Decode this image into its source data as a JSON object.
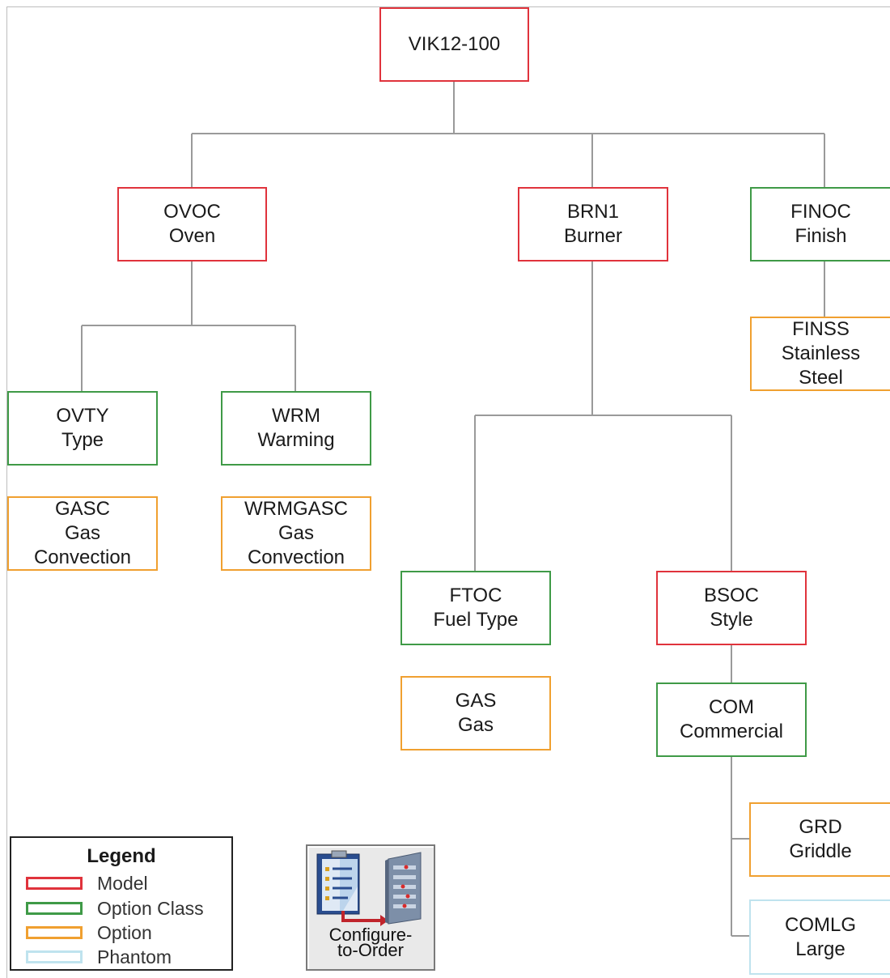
{
  "diagram": {
    "nodes": {
      "vik": {
        "code": "VIK12-100",
        "desc": ""
      },
      "ovoc": {
        "code": "OVOC",
        "desc": "Oven"
      },
      "brn1": {
        "code": "BRN1",
        "desc": "Burner"
      },
      "finoc": {
        "code": "FINOC",
        "desc": "Finish"
      },
      "finss": {
        "code": "FINSS",
        "desc": "Stainless",
        "desc2": "Steel"
      },
      "ovty": {
        "code": "OVTY",
        "desc": "Type"
      },
      "wrm": {
        "code": "WRM",
        "desc": "Warming"
      },
      "gasc": {
        "code": "GASC",
        "desc": "Gas",
        "desc2": "Convection"
      },
      "wrmgasc": {
        "code": "WRMGASC",
        "desc": "Gas",
        "desc2": "Convection"
      },
      "ftoc": {
        "code": "FTOC",
        "desc": "Fuel Type"
      },
      "bsoc": {
        "code": "BSOC",
        "desc": "Style"
      },
      "gas": {
        "code": "GAS",
        "desc": "Gas"
      },
      "com": {
        "code": "COM",
        "desc": "Commercial"
      },
      "grd": {
        "code": "GRD",
        "desc": "Griddle"
      },
      "comlg": {
        "code": "COMLG",
        "desc": "Large"
      }
    },
    "node_types": {
      "model": "Model",
      "option_class": "Option Class",
      "option": "Option",
      "phantom": "Phantom"
    }
  },
  "legend": {
    "title": "Legend",
    "items": [
      {
        "label": "Model",
        "color": "#e0333c"
      },
      {
        "label": "Option Class",
        "color": "#3f9a47"
      },
      {
        "label": "Option",
        "color": "#f0a030"
      },
      {
        "label": "Phantom",
        "color": "#bfe3ee"
      }
    ]
  },
  "cto_icon": {
    "label_line1": "Configure-",
    "label_line2": "to-Order",
    "icon": "configure-to-order-icon"
  },
  "colors": {
    "model": "#e0333c",
    "option_class": "#3f9a47",
    "option": "#f0a030",
    "phantom": "#bfe3ee",
    "connector": "#9a9a9a"
  }
}
